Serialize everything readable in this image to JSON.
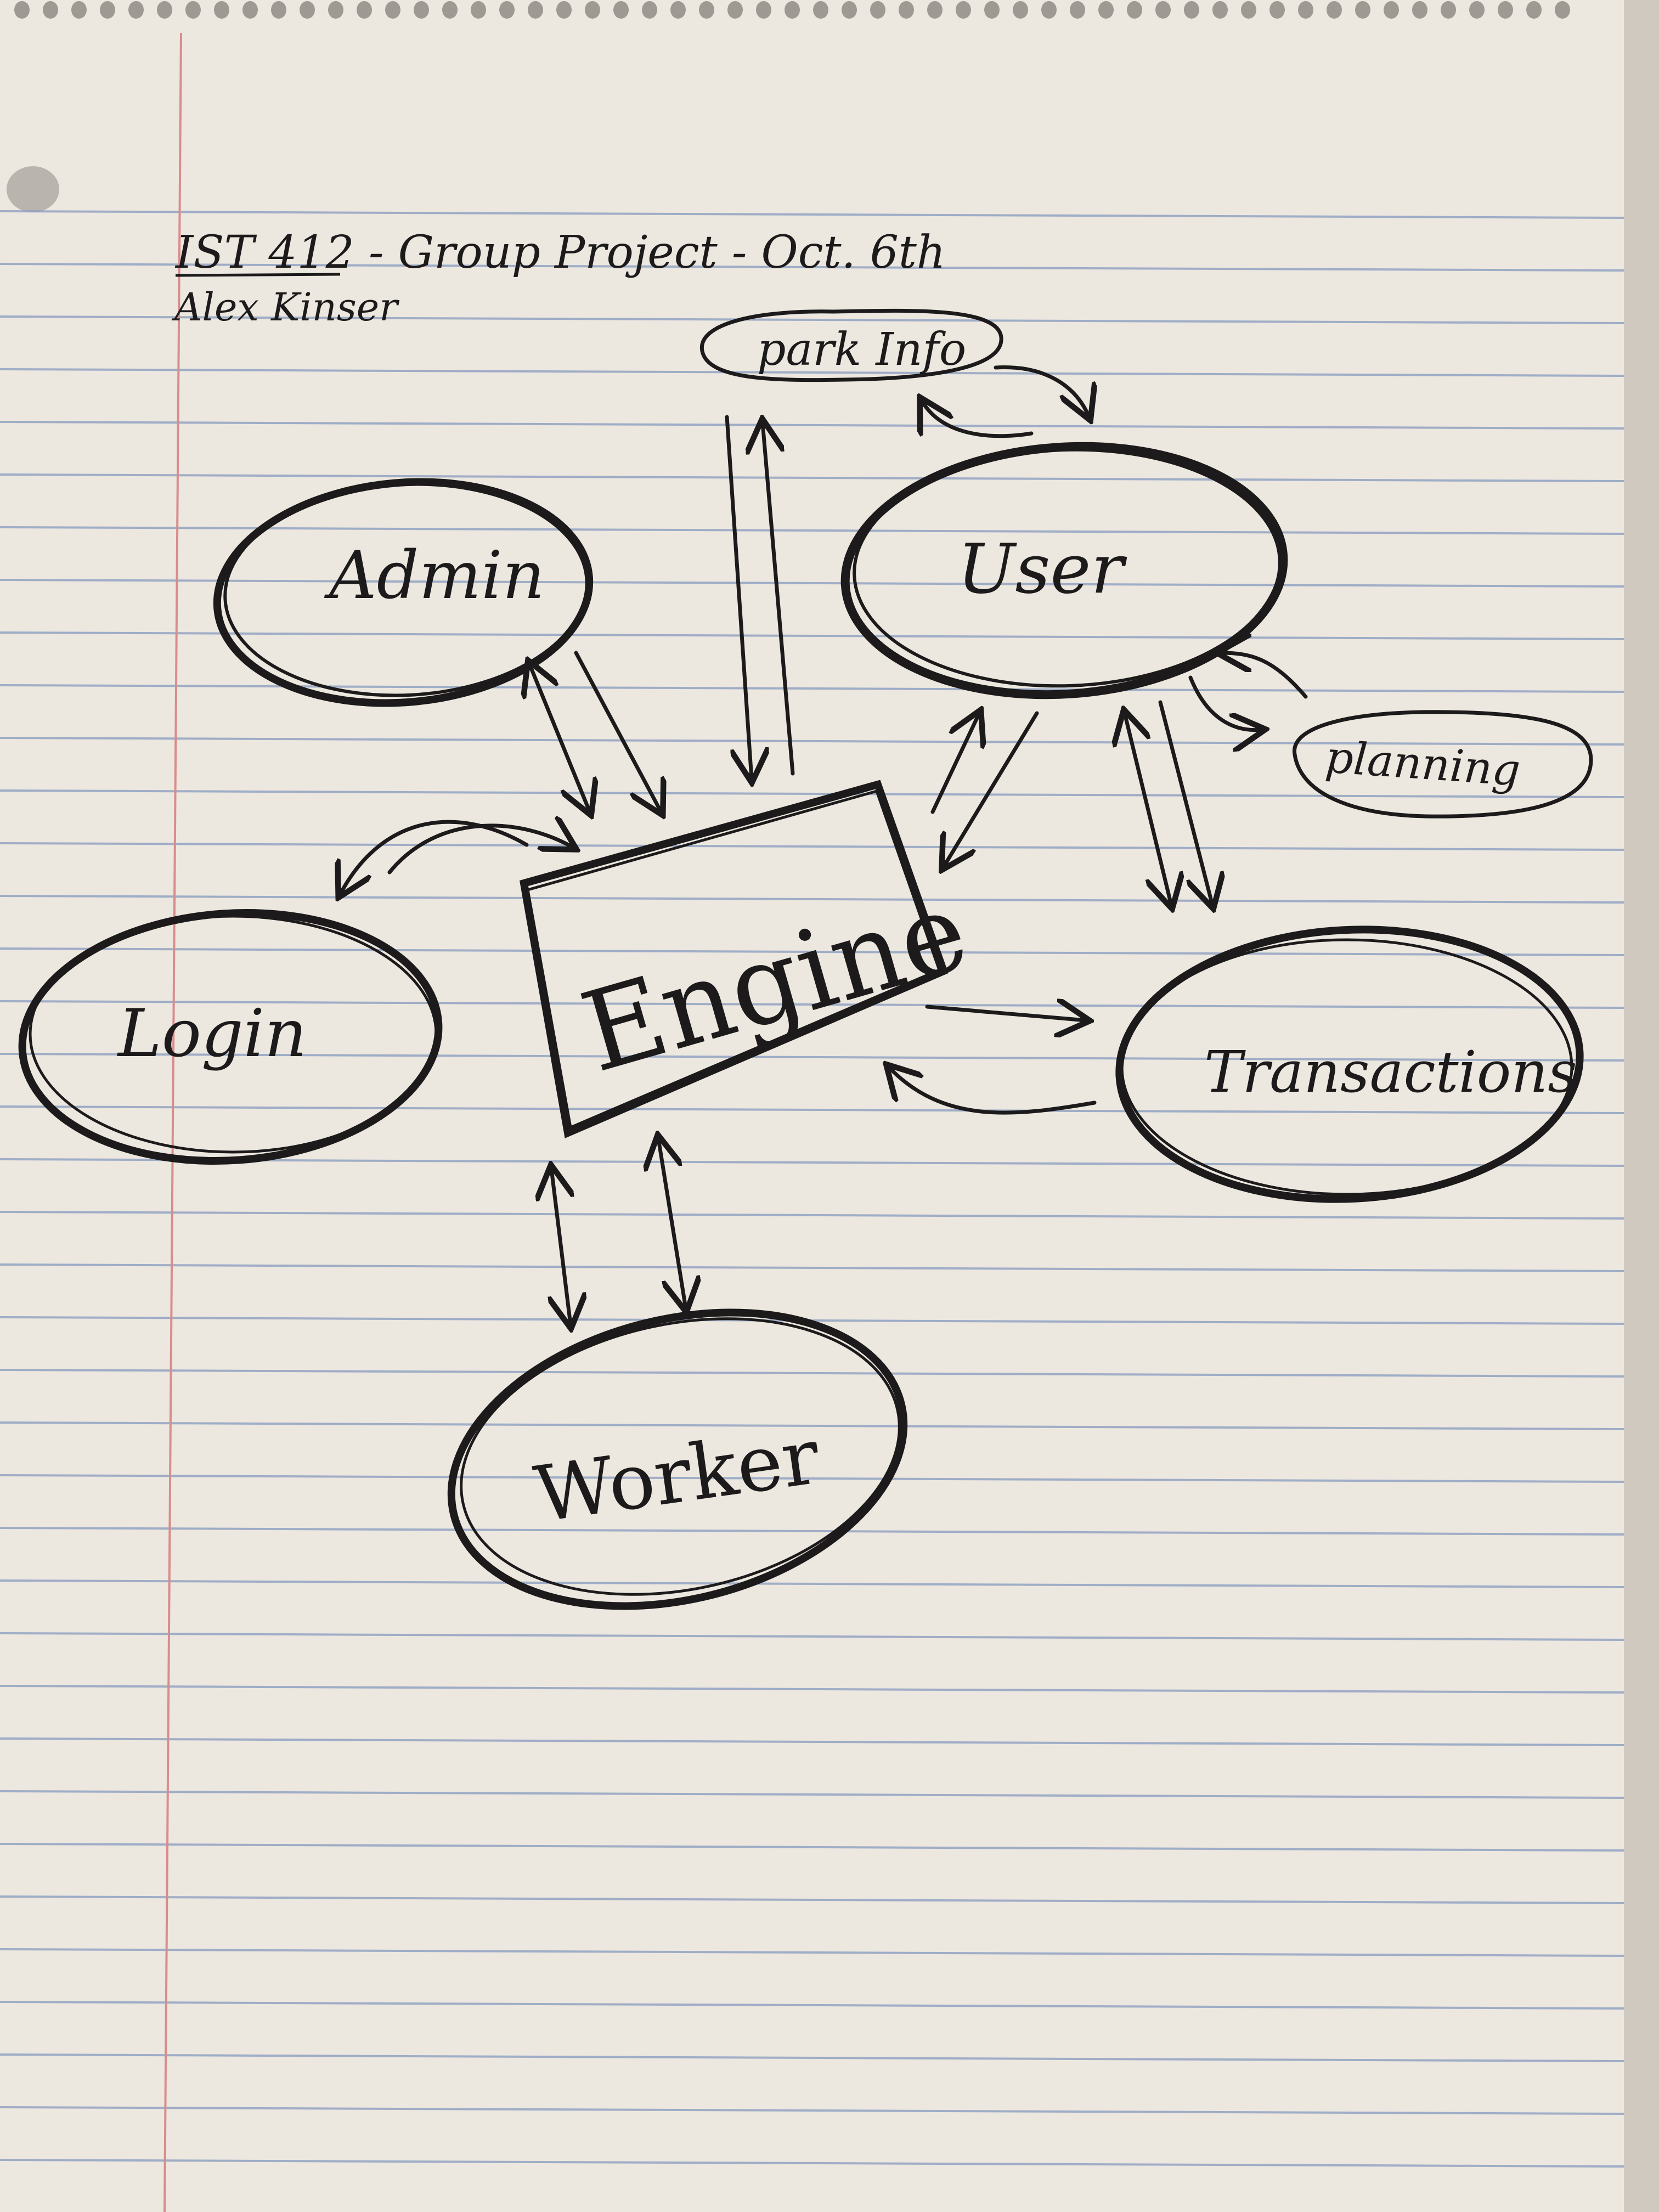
{
  "header": {
    "title": "IST 412 - Group Project - Oct. 6th",
    "author": "Alex Kinser"
  },
  "nodes": {
    "admin": "Admin",
    "user": "User",
    "park_info": "park Info",
    "planning": "planning",
    "engine": "Engine",
    "login": "Login",
    "transactions": "Transactions",
    "worker": "Worker"
  },
  "colors": {
    "paper": "#ece7df",
    "ink": "#1c1a1a",
    "ruled_line": "#8d9fc1",
    "margin_line": "#d98c8c"
  }
}
